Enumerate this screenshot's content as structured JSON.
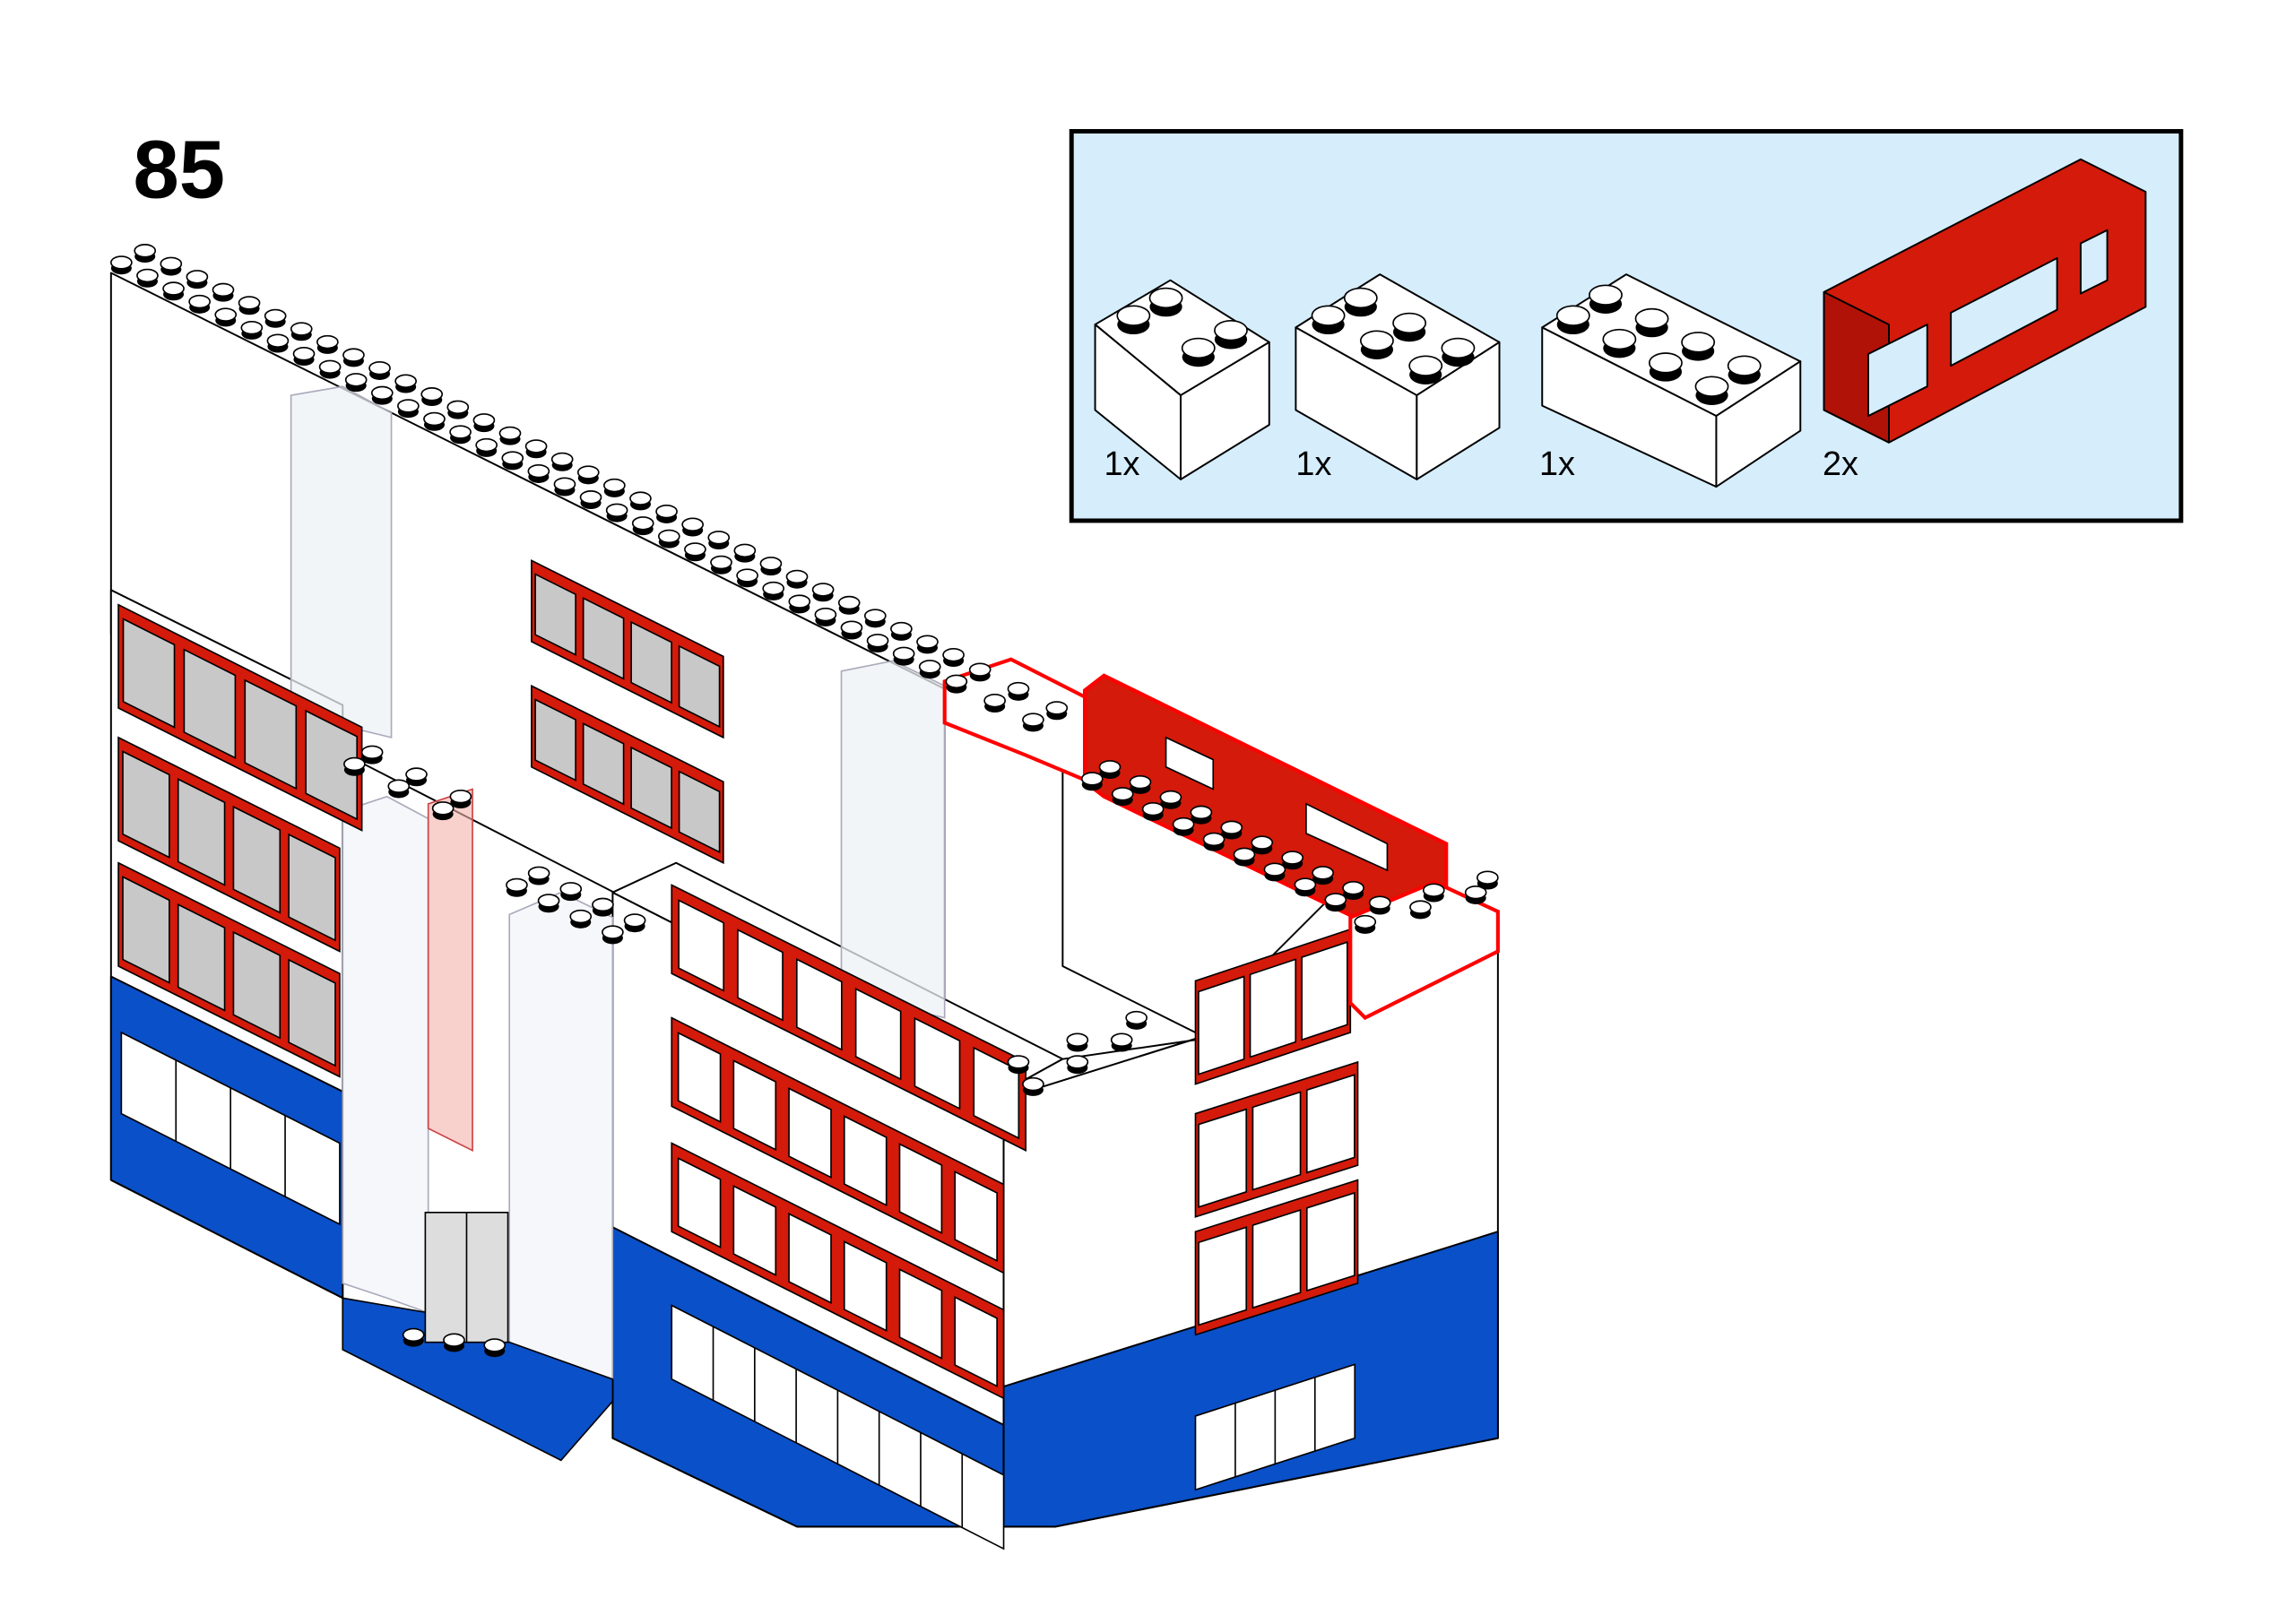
{
  "page": {
    "step_number": "85"
  },
  "parts_list": {
    "background_color": "#d6edfb",
    "items": [
      {
        "part": "white-brick-2x2",
        "quantity": "1x",
        "color": "#ffffff"
      },
      {
        "part": "white-brick-2x3",
        "quantity": "1x",
        "color": "#ffffff"
      },
      {
        "part": "white-brick-2x4",
        "quantity": "1x",
        "color": "#ffffff"
      },
      {
        "part": "red-window-1x6",
        "quantity": "2x",
        "color": "#d41a0a"
      }
    ]
  },
  "colors": {
    "red": "#d41a0a",
    "blue": "#0a50c8",
    "white": "#ffffff",
    "highlight_outline": "#ff0000"
  }
}
